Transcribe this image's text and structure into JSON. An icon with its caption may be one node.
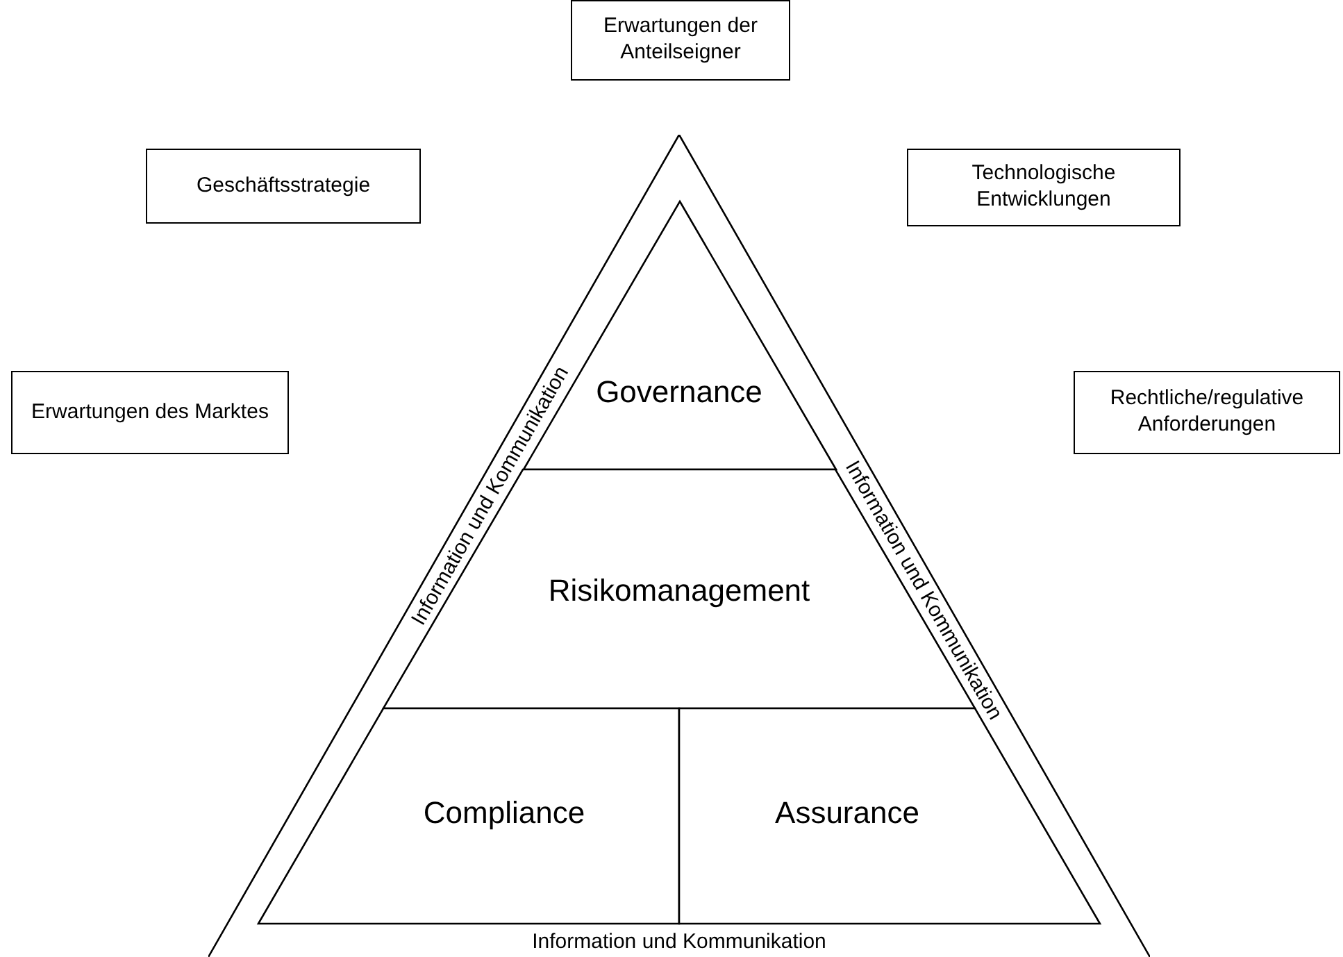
{
  "diagram": {
    "nodes": [
      {
        "text": [
          "Erwartungen der Anteilseigner"
        ]
      },
      {
        "text": [
          "Geschäftsstrategie"
        ]
      },
      {
        "text": [
          "Technologische Entwicklungen"
        ]
      },
      {
        "text": [
          "Erwartungen des Marktes"
        ]
      },
      {
        "text": [
          "Rechtliche/regulative Anforderungen"
        ]
      },
      {
        "text": [
          "Information und Kommunikation",
          "Information und Kommunikation",
          "Information und Kommunikation"
        ]
      },
      {
        "text": [
          "Governance"
        ],
        "in": 5
      },
      {
        "text": [
          "Risikomanagement"
        ],
        "in": 5
      },
      {
        "text": [
          "Compliance"
        ],
        "in": 5
      },
      {
        "text": [
          "Assurance"
        ],
        "in": 5
      }
    ]
  }
}
